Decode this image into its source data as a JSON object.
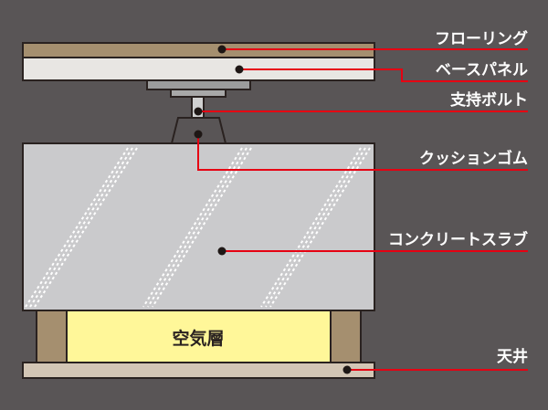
{
  "labels": {
    "flooring": "フローリング",
    "base_panel": "ベースパネル",
    "support_bolt": "支持ボルト",
    "cushion_rubber": "クッションゴム",
    "concrete_slab": "コンクリートスラブ",
    "ceiling": "天井",
    "air_layer": "空気層"
  },
  "colors": {
    "background": "#595556",
    "flooring": "#a58f6f",
    "base_panel": "#e8e6e3",
    "slab": "#cacacc",
    "air_layer": "#fff799",
    "ceiling": "#d3c6b5",
    "leader_line": "#e60012"
  }
}
